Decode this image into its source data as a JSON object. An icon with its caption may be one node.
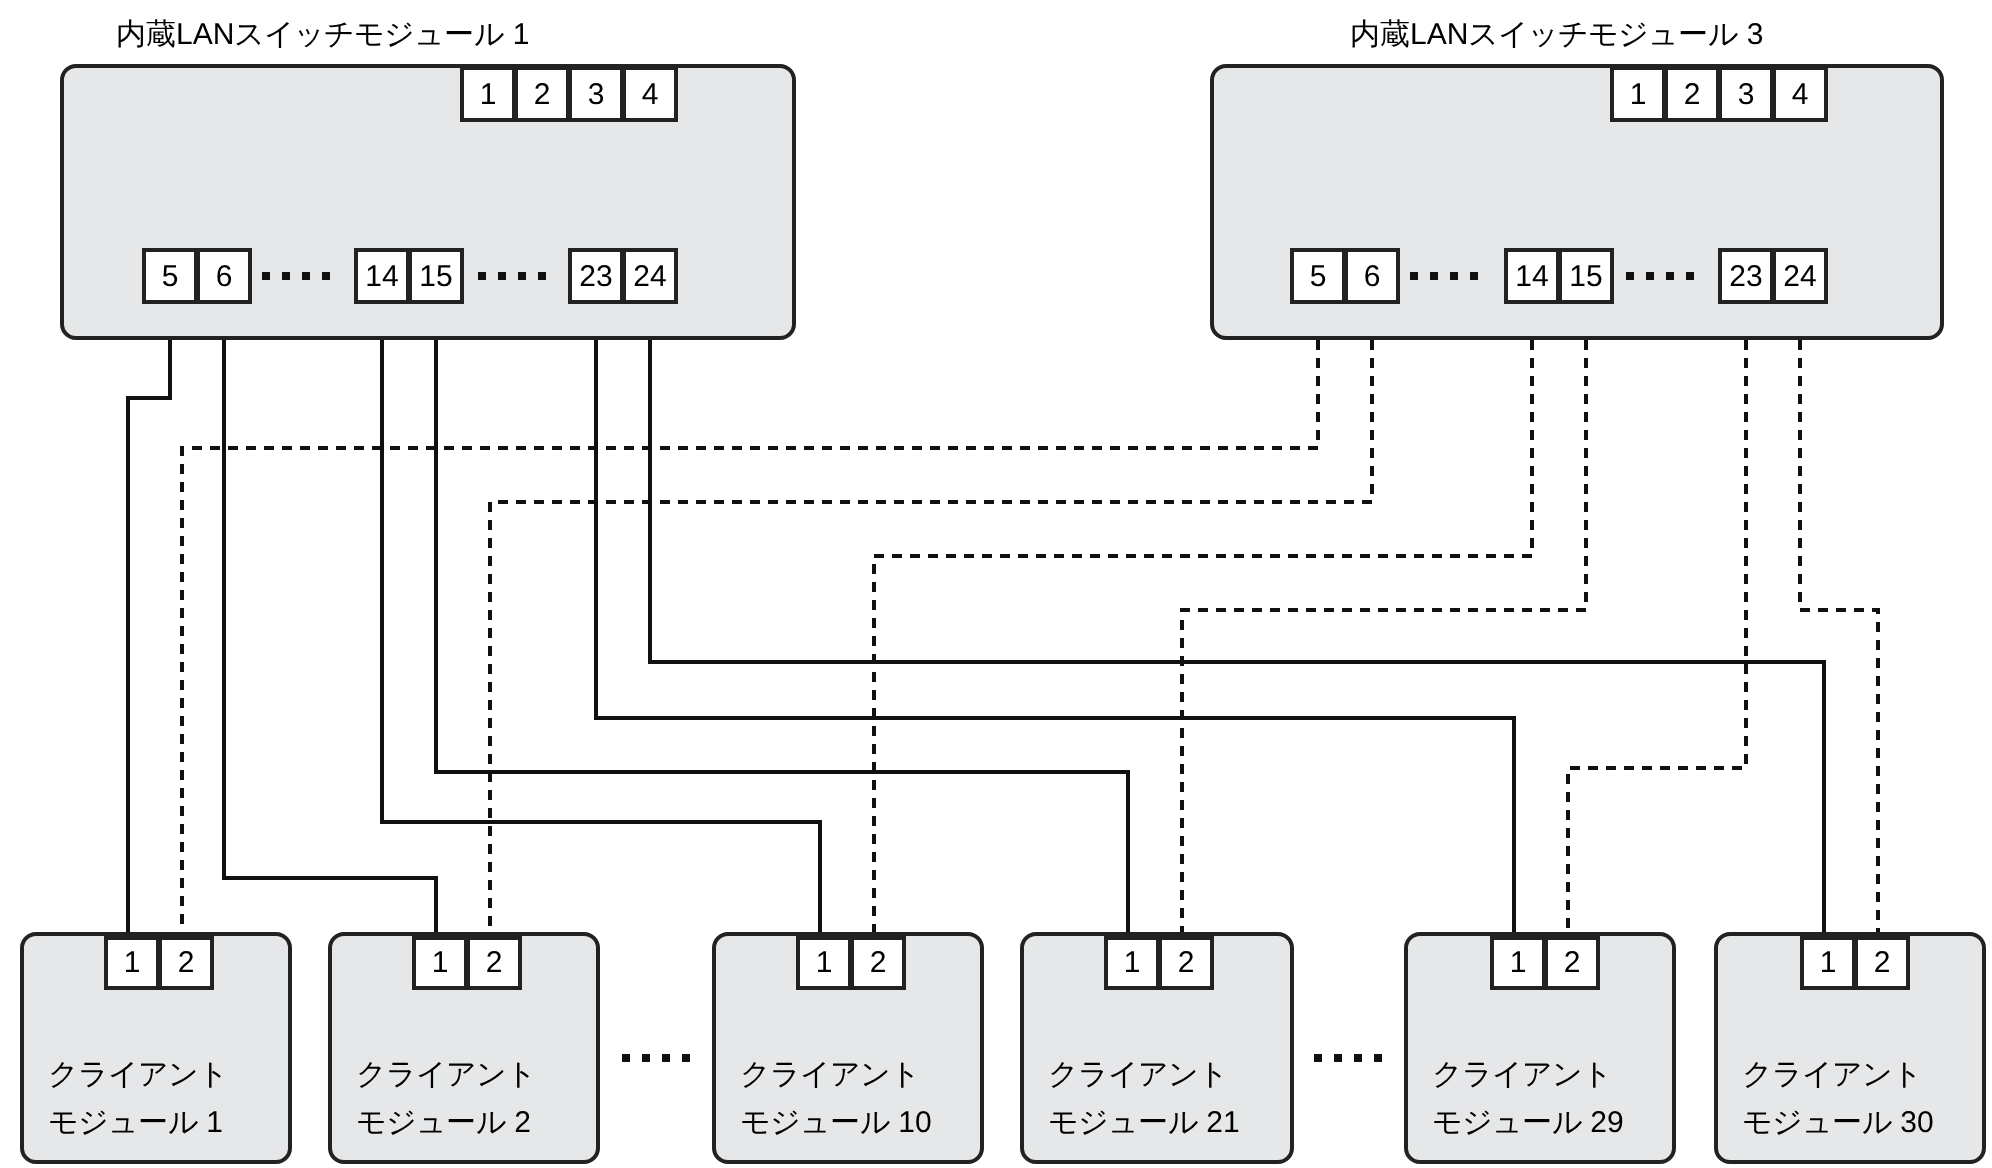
{
  "diagram": {
    "nodes": [
      {
        "text": [
          "内蔵LANスイッチモジュール 1"
        ]
      },
      {
        "text": [
          "1"
        ],
        "in": 0
      },
      {
        "text": [
          "2"
        ],
        "in": 0
      },
      {
        "text": [
          "3"
        ],
        "in": 0
      },
      {
        "text": [
          "4"
        ],
        "in": 0
      },
      {
        "text": [
          "5"
        ],
        "in": 0
      },
      {
        "text": [
          "6"
        ],
        "in": 0
      },
      {
        "text": [
          "14"
        ],
        "in": 0
      },
      {
        "text": [
          "15"
        ],
        "in": 0
      },
      {
        "text": [
          "23"
        ],
        "in": 0
      },
      {
        "text": [
          "24"
        ],
        "in": 0
      },
      {
        "text": [
          "内蔵LANスイッチモジュール 3"
        ]
      },
      {
        "text": [
          "1"
        ],
        "in": 11
      },
      {
        "text": [
          "2"
        ],
        "in": 11
      },
      {
        "text": [
          "3"
        ],
        "in": 11
      },
      {
        "text": [
          "4"
        ],
        "in": 11
      },
      {
        "text": [
          "5"
        ],
        "in": 11
      },
      {
        "text": [
          "6"
        ],
        "in": 11
      },
      {
        "text": [
          "14"
        ],
        "in": 11
      },
      {
        "text": [
          "15"
        ],
        "in": 11
      },
      {
        "text": [
          "23"
        ],
        "in": 11
      },
      {
        "text": [
          "24"
        ],
        "in": 11
      },
      {
        "text": [
          "クライアントモジュール 1"
        ]
      },
      {
        "text": [
          "1"
        ],
        "in": 22
      },
      {
        "text": [
          "2"
        ],
        "in": 22
      },
      {
        "text": [
          "クライアントモジュール 2"
        ]
      },
      {
        "text": [
          "1"
        ],
        "in": 25
      },
      {
        "text": [
          "2"
        ],
        "in": 25
      },
      {
        "text": [
          "クライアントモジュール 10"
        ]
      },
      {
        "text": [
          "1"
        ],
        "in": 28
      },
      {
        "text": [
          "2"
        ],
        "in": 28
      },
      {
        "text": [
          "クライアントモジュール 21"
        ]
      },
      {
        "text": [
          "1"
        ],
        "in": 31
      },
      {
        "text": [
          "2"
        ],
        "in": 31
      },
      {
        "text": [
          "クライアントモジュール 29"
        ]
      },
      {
        "text": [
          "1"
        ],
        "in": 34
      },
      {
        "text": [
          "2"
        ],
        "in": 34
      },
      {
        "text": [
          "クライアントモジュール 30"
        ]
      },
      {
        "text": [
          "1"
        ],
        "in": 37
      },
      {
        "text": [
          "2"
        ],
        "in": 37
      }
    ],
    "edges": [
      {
        "from": 5,
        "to": 23,
        "arrow": "none"
      },
      {
        "from": 6,
        "to": 26,
        "arrow": "none"
      },
      {
        "from": 7,
        "to": 29,
        "arrow": "none"
      },
      {
        "from": 8,
        "to": 32,
        "arrow": "none"
      },
      {
        "from": 9,
        "to": 35,
        "arrow": "none"
      },
      {
        "from": 10,
        "to": 38,
        "arrow": "none"
      },
      {
        "from": 16,
        "to": 24,
        "arrow": "none",
        "style": "dashed"
      },
      {
        "from": 17,
        "to": 27,
        "arrow": "none",
        "style": "dashed"
      },
      {
        "from": 18,
        "to": 30,
        "arrow": "none",
        "style": "dashed"
      },
      {
        "from": 19,
        "to": 33,
        "arrow": "none",
        "style": "dashed"
      },
      {
        "from": 20,
        "to": 36,
        "arrow": "none",
        "style": "dashed"
      },
      {
        "from": 21,
        "to": 39,
        "arrow": "none",
        "style": "dashed"
      }
    ]
  }
}
